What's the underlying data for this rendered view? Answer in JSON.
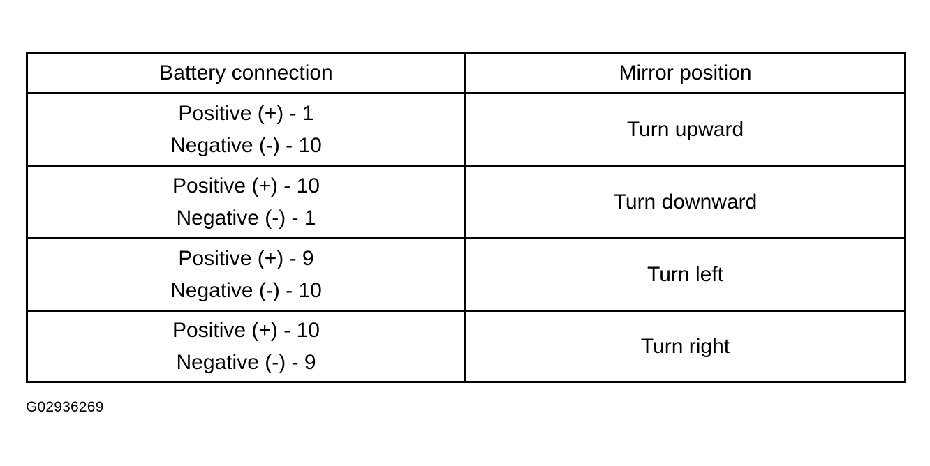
{
  "table": {
    "headers": {
      "battery_connection": "Battery connection",
      "mirror_position": "Mirror position"
    },
    "rows": [
      {
        "positive": "Positive (+) - 1",
        "negative": "Negative (-) - 10",
        "mirror": "Turn upward"
      },
      {
        "positive": "Positive (+) - 10",
        "negative": "Negative (-) - 1",
        "mirror": "Turn downward"
      },
      {
        "positive": "Positive (+) - 9",
        "negative": "Negative (-) - 10",
        "mirror": "Turn left"
      },
      {
        "positive": "Positive (+) - 10",
        "negative": "Negative (-) - 9",
        "mirror": "Turn right"
      }
    ]
  },
  "figure_id": "G02936269"
}
